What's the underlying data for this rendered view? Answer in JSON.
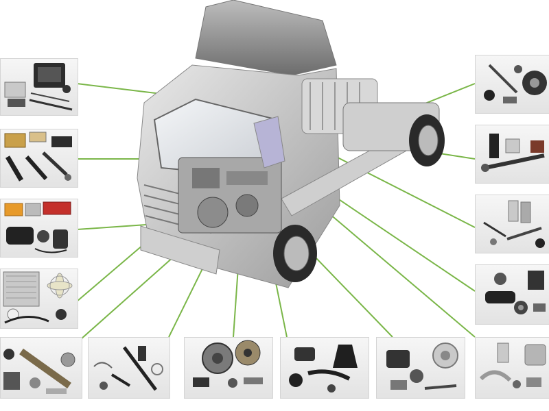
{
  "image": {
    "subject": "cutaway-truck-tractor-cab-with-component-groups",
    "background_color": "#ffffff",
    "leader_line_color": "#7ab648",
    "panel_background": "#e8e8e8",
    "part_colors": {
      "metal": "#8a8a8a",
      "dark": "#2c2c2c",
      "light_metal": "#c9c9c9",
      "amber": "#e79a2a",
      "red": "#c4302b",
      "rubber": "#1f1f1f"
    },
    "panel_groups": [
      {
        "side": "left",
        "content": "cab-electronics-and-switches"
      },
      {
        "side": "left",
        "content": "shock-absorbers-and-filters"
      },
      {
        "side": "left",
        "content": "lamps-and-electrical"
      },
      {
        "side": "left",
        "content": "radiator-fan-and-cooling"
      },
      {
        "side": "bottom",
        "content": "engine-crankshaft-parts"
      },
      {
        "side": "bottom",
        "content": "steering-rods-and-clamps"
      },
      {
        "side": "bottom",
        "content": "clutch-discs-and-hardware"
      },
      {
        "side": "bottom",
        "content": "rubber-boots-and-hoses"
      },
      {
        "side": "bottom",
        "content": "brake-discs-and-compressor"
      },
      {
        "side": "right",
        "content": "exhaust-and-fittings"
      },
      {
        "side": "right",
        "content": "seals-bushings-and-bearings"
      },
      {
        "side": "right",
        "content": "suspension-arms-and-shocks"
      },
      {
        "side": "right",
        "content": "injectors-and-sensors"
      },
      {
        "side": "right",
        "content": "mounts-and-brackets"
      }
    ]
  }
}
